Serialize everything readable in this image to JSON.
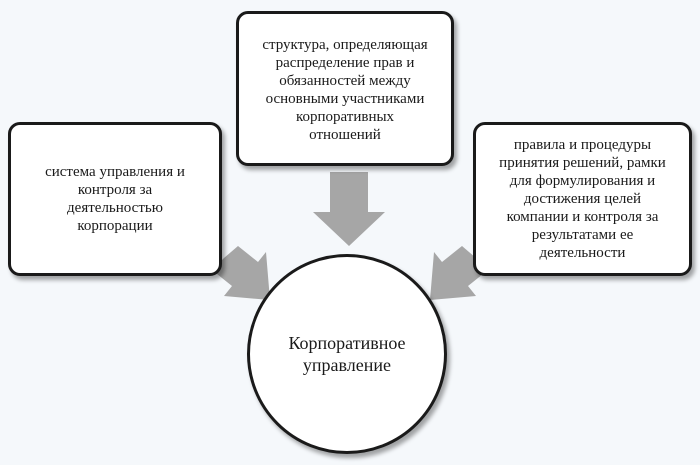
{
  "diagram": {
    "center": {
      "label": "Корпоративное\nуправление"
    },
    "nodes": {
      "left": "система управления и\nконтроля за\nдеятельностью\nкорпорации",
      "top": "структура, определяющая\nраспределение прав и\nобязанностей между\nосновными участниками\nкорпоративных\nотношений",
      "right": "правила и процедуры\nпринятия решений, рамки\nдля формулирования и\nдостижения целей\nкомпании и контроля за\nрезультатами ее\nдеятельности"
    },
    "colors": {
      "arrow": "#a6a6a6",
      "border": "#1a1a1a",
      "background": "#f5f8fb"
    }
  }
}
